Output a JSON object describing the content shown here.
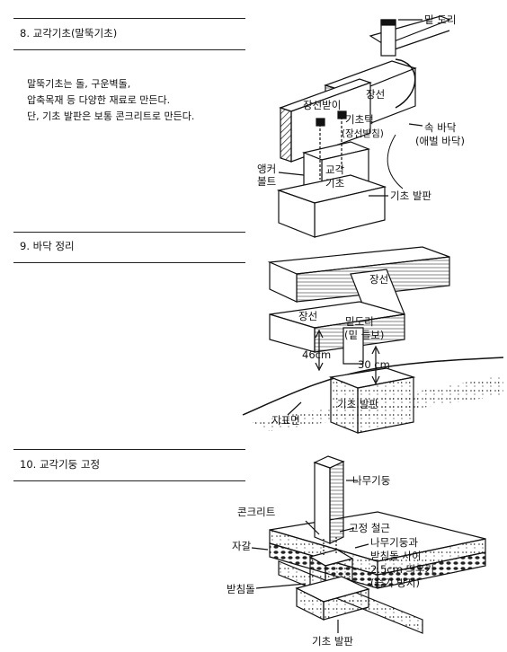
{
  "sections": [
    {
      "title": "8. 교각기초(말뚝기초)",
      "body": [
        "말뚝기초는 돌, 구운벽돌,",
        "압축목재 등 다양한 재료로 만든다.",
        "단, 기초 발판은 보통 콘크리트로 만든다."
      ],
      "labels": {
        "sill": "밑 도리",
        "joist": "장선",
        "joist_support": "장선받이",
        "base_block": "기초턱",
        "base_block_note": "(장선받침)",
        "subfloor": "속 바닥",
        "subfloor_note": "(애벌 바닥)",
        "anchor_bolt_1": "앵커",
        "anchor_bolt_2": "볼트",
        "pier_1": "교각",
        "pier_2": "기초",
        "footing": "기초 발판"
      }
    },
    {
      "title": "9. 바닥 정리",
      "labels": {
        "joist_top": "장선",
        "joist_left": "장선",
        "sill": "밑도리",
        "sill_note": "(밑 들보)",
        "height": "46cm",
        "depth": "30 cm",
        "footing": "기초 발판",
        "ground": "지표면"
      }
    },
    {
      "title": "10. 교각기둥 고정",
      "labels": {
        "wood_post": "나무기둥",
        "concrete": "콘크리트",
        "gravel": "자갈",
        "anchor": "고정 철근",
        "gap_1": "나무기둥과",
        "gap_2": "받침돌 사이",
        "gap_3": "2.5cm 띄우기",
        "gap_4": "(습기 방지)",
        "support_stone": "받침돌",
        "footing": "기초 발판"
      }
    }
  ]
}
